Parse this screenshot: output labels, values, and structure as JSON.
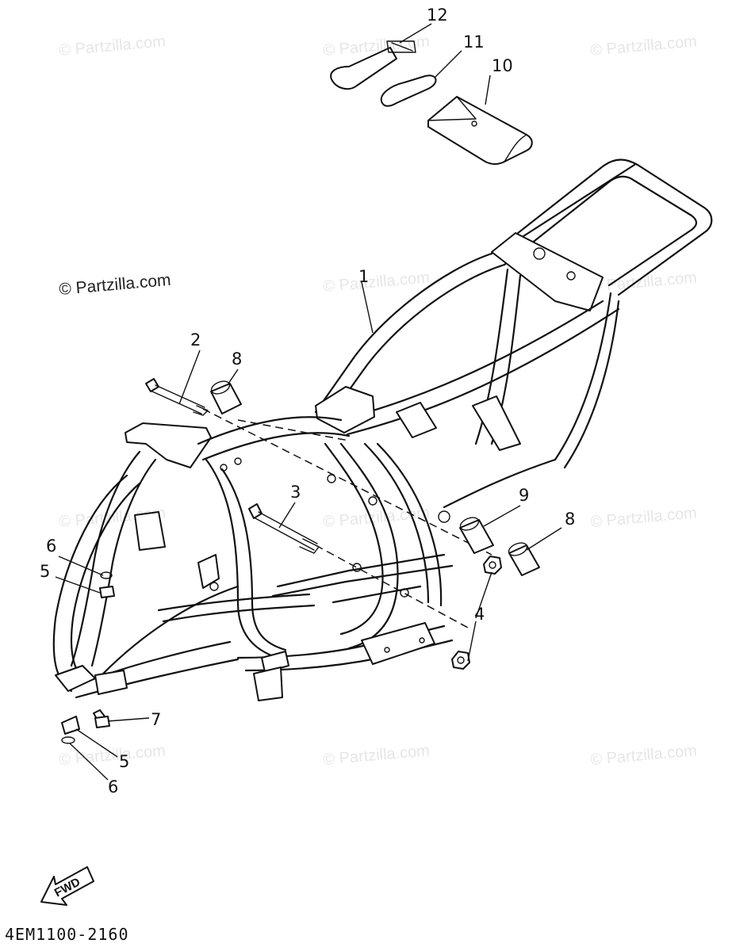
{
  "watermark": {
    "text": "© Partzilla.com"
  },
  "callouts": {
    "c1": "1",
    "c2": "2",
    "c3": "3",
    "c4": "4",
    "c5a": "5",
    "c5b": "5",
    "c6a": "6",
    "c6b": "6",
    "c7": "7",
    "c8a": "8",
    "c8b": "8",
    "c9": "9",
    "c10": "10",
    "c11": "11",
    "c12": "12"
  },
  "fwd_label": "FWD",
  "diagram_code": "4EM1100-2160"
}
